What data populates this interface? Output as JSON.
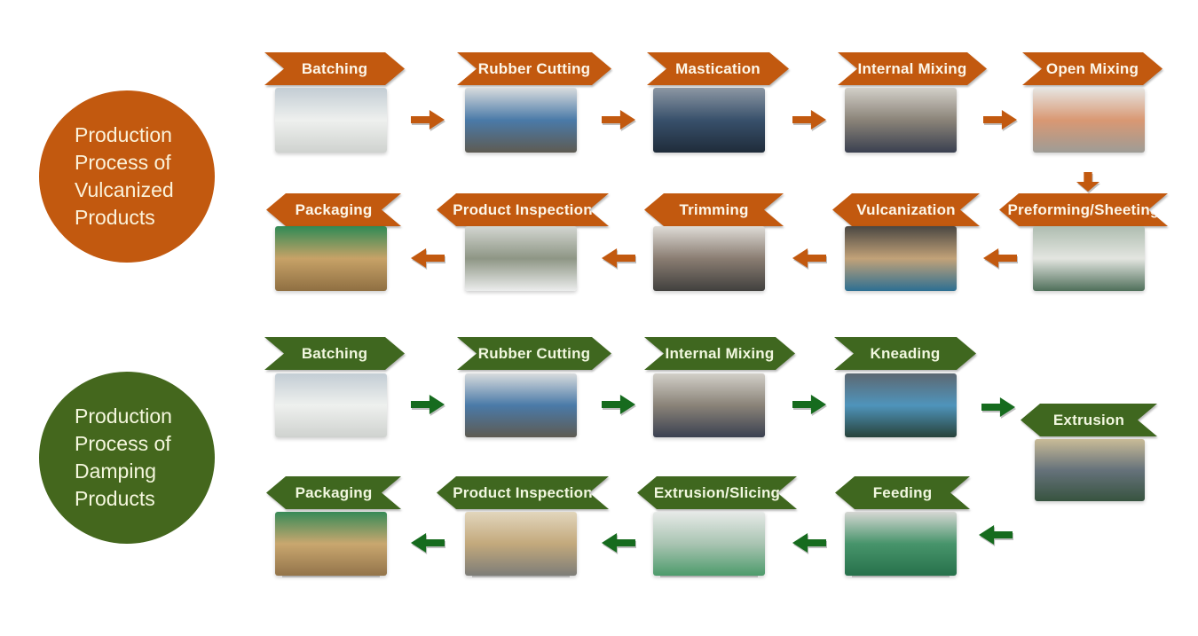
{
  "colors": {
    "orange": "#C2590F",
    "orange_text": "#FDF7EA",
    "green_banner": "#3F671F",
    "green_arrow": "#166B1E",
    "green_circle": "#44671D",
    "green_text": "#F1F7DF",
    "background": "#FFFFFF"
  },
  "vulcanized": {
    "circle_lines": [
      "Production",
      "Process of",
      "Vulcanized",
      "Products"
    ],
    "row1": [
      {
        "label": "Batching",
        "photo": [
          "#c3cdd4",
          "#eef0ee",
          "#cfd2cf"
        ]
      },
      {
        "label": "Rubber Cutting",
        "photo": [
          "#d8dbdd",
          "#4a7aa8",
          "#5e5b52"
        ]
      },
      {
        "label": "Mastication",
        "photo": [
          "#8c97a3",
          "#38506b",
          "#1f2c3a"
        ]
      },
      {
        "label": "Internal Mixing",
        "photo": [
          "#d2cfc8",
          "#8a8378",
          "#3a4050"
        ]
      },
      {
        "label": "Open Mixing",
        "photo": [
          "#e6e5e2",
          "#d99873",
          "#9e9c96"
        ]
      }
    ],
    "row2": [
      {
        "label": "Packaging",
        "photo": [
          "#2f8a55",
          "#c7a267",
          "#8f6f42"
        ]
      },
      {
        "label": "Product Inspection",
        "photo": [
          "#d3d6d1",
          "#8e9685",
          "#eceded"
        ]
      },
      {
        "label": "Trimming",
        "photo": [
          "#dedbd6",
          "#8a7d72",
          "#41403e"
        ]
      },
      {
        "label": "Vulcanization",
        "photo": [
          "#4a4742",
          "#c2a278",
          "#2d6f92"
        ]
      },
      {
        "label": "Preforming/Sheeting",
        "photo": [
          "#aebdb0",
          "#e3e5e0",
          "#4f6f5a"
        ]
      }
    ]
  },
  "damping": {
    "circle_lines": [
      "Production",
      "Process of",
      "Damping",
      "Products"
    ],
    "row1": [
      {
        "label": "Batching",
        "photo": [
          "#c3cdd4",
          "#eef0ee",
          "#cfd2cf"
        ]
      },
      {
        "label": "Rubber Cutting",
        "photo": [
          "#d8dbdd",
          "#4a7aa8",
          "#5e5b52"
        ]
      },
      {
        "label": "Internal Mixing",
        "photo": [
          "#d2cfc8",
          "#8a8378",
          "#3a4050"
        ]
      },
      {
        "label": "Kneading",
        "photo": [
          "#5d6872",
          "#4f94bb",
          "#27423a"
        ]
      },
      {
        "label": "Extrusion",
        "photo": [
          "#c9bb97",
          "#66727b",
          "#37533f"
        ]
      }
    ],
    "row2": [
      {
        "label": "Packaging",
        "photo": [
          "#378a57",
          "#c9a76f",
          "#93744a"
        ]
      },
      {
        "label": "Product Inspection",
        "photo": [
          "#e2d6bd",
          "#c3a97c",
          "#7d7d78"
        ]
      },
      {
        "label": "Extrusion/Slicing",
        "photo": [
          "#e7eae8",
          "#a9c4b2",
          "#4d9b6b"
        ]
      },
      {
        "label": "Feeding",
        "photo": [
          "#d6d7d3",
          "#47946b",
          "#27714b"
        ]
      }
    ]
  }
}
